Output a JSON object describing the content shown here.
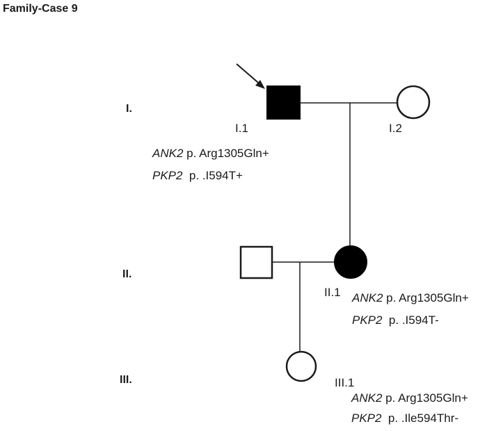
{
  "title": "Family-Case 9",
  "generations": {
    "g1": "I.",
    "g2": "II.",
    "g3": "III."
  },
  "individuals": {
    "i1": {
      "id": "I.1"
    },
    "i2": {
      "id": "I.2"
    },
    "ii1": {
      "id": "II.1"
    },
    "iii1": {
      "id": "III.1"
    }
  },
  "genotypes": {
    "i1": [
      {
        "gene": "ANK2",
        "variant": " p. Arg1305Gln+"
      },
      {
        "gene": "PKP2",
        "variant": "  p. .I594T+"
      }
    ],
    "ii1": [
      {
        "gene": "ANK2",
        "variant": " p. Arg1305Gln+"
      },
      {
        "gene": "PKP2",
        "variant": "  p. .I594T-"
      }
    ],
    "iii1": [
      {
        "gene": "ANK2",
        "variant": " p. Arg1305Gln+"
      },
      {
        "gene": "PKP2",
        "variant": "  p. .Ile594Thr-"
      }
    ]
  },
  "colors": {
    "affected": "#000000",
    "unaffected": "#ffffff",
    "line": "#1a1a1a"
  }
}
